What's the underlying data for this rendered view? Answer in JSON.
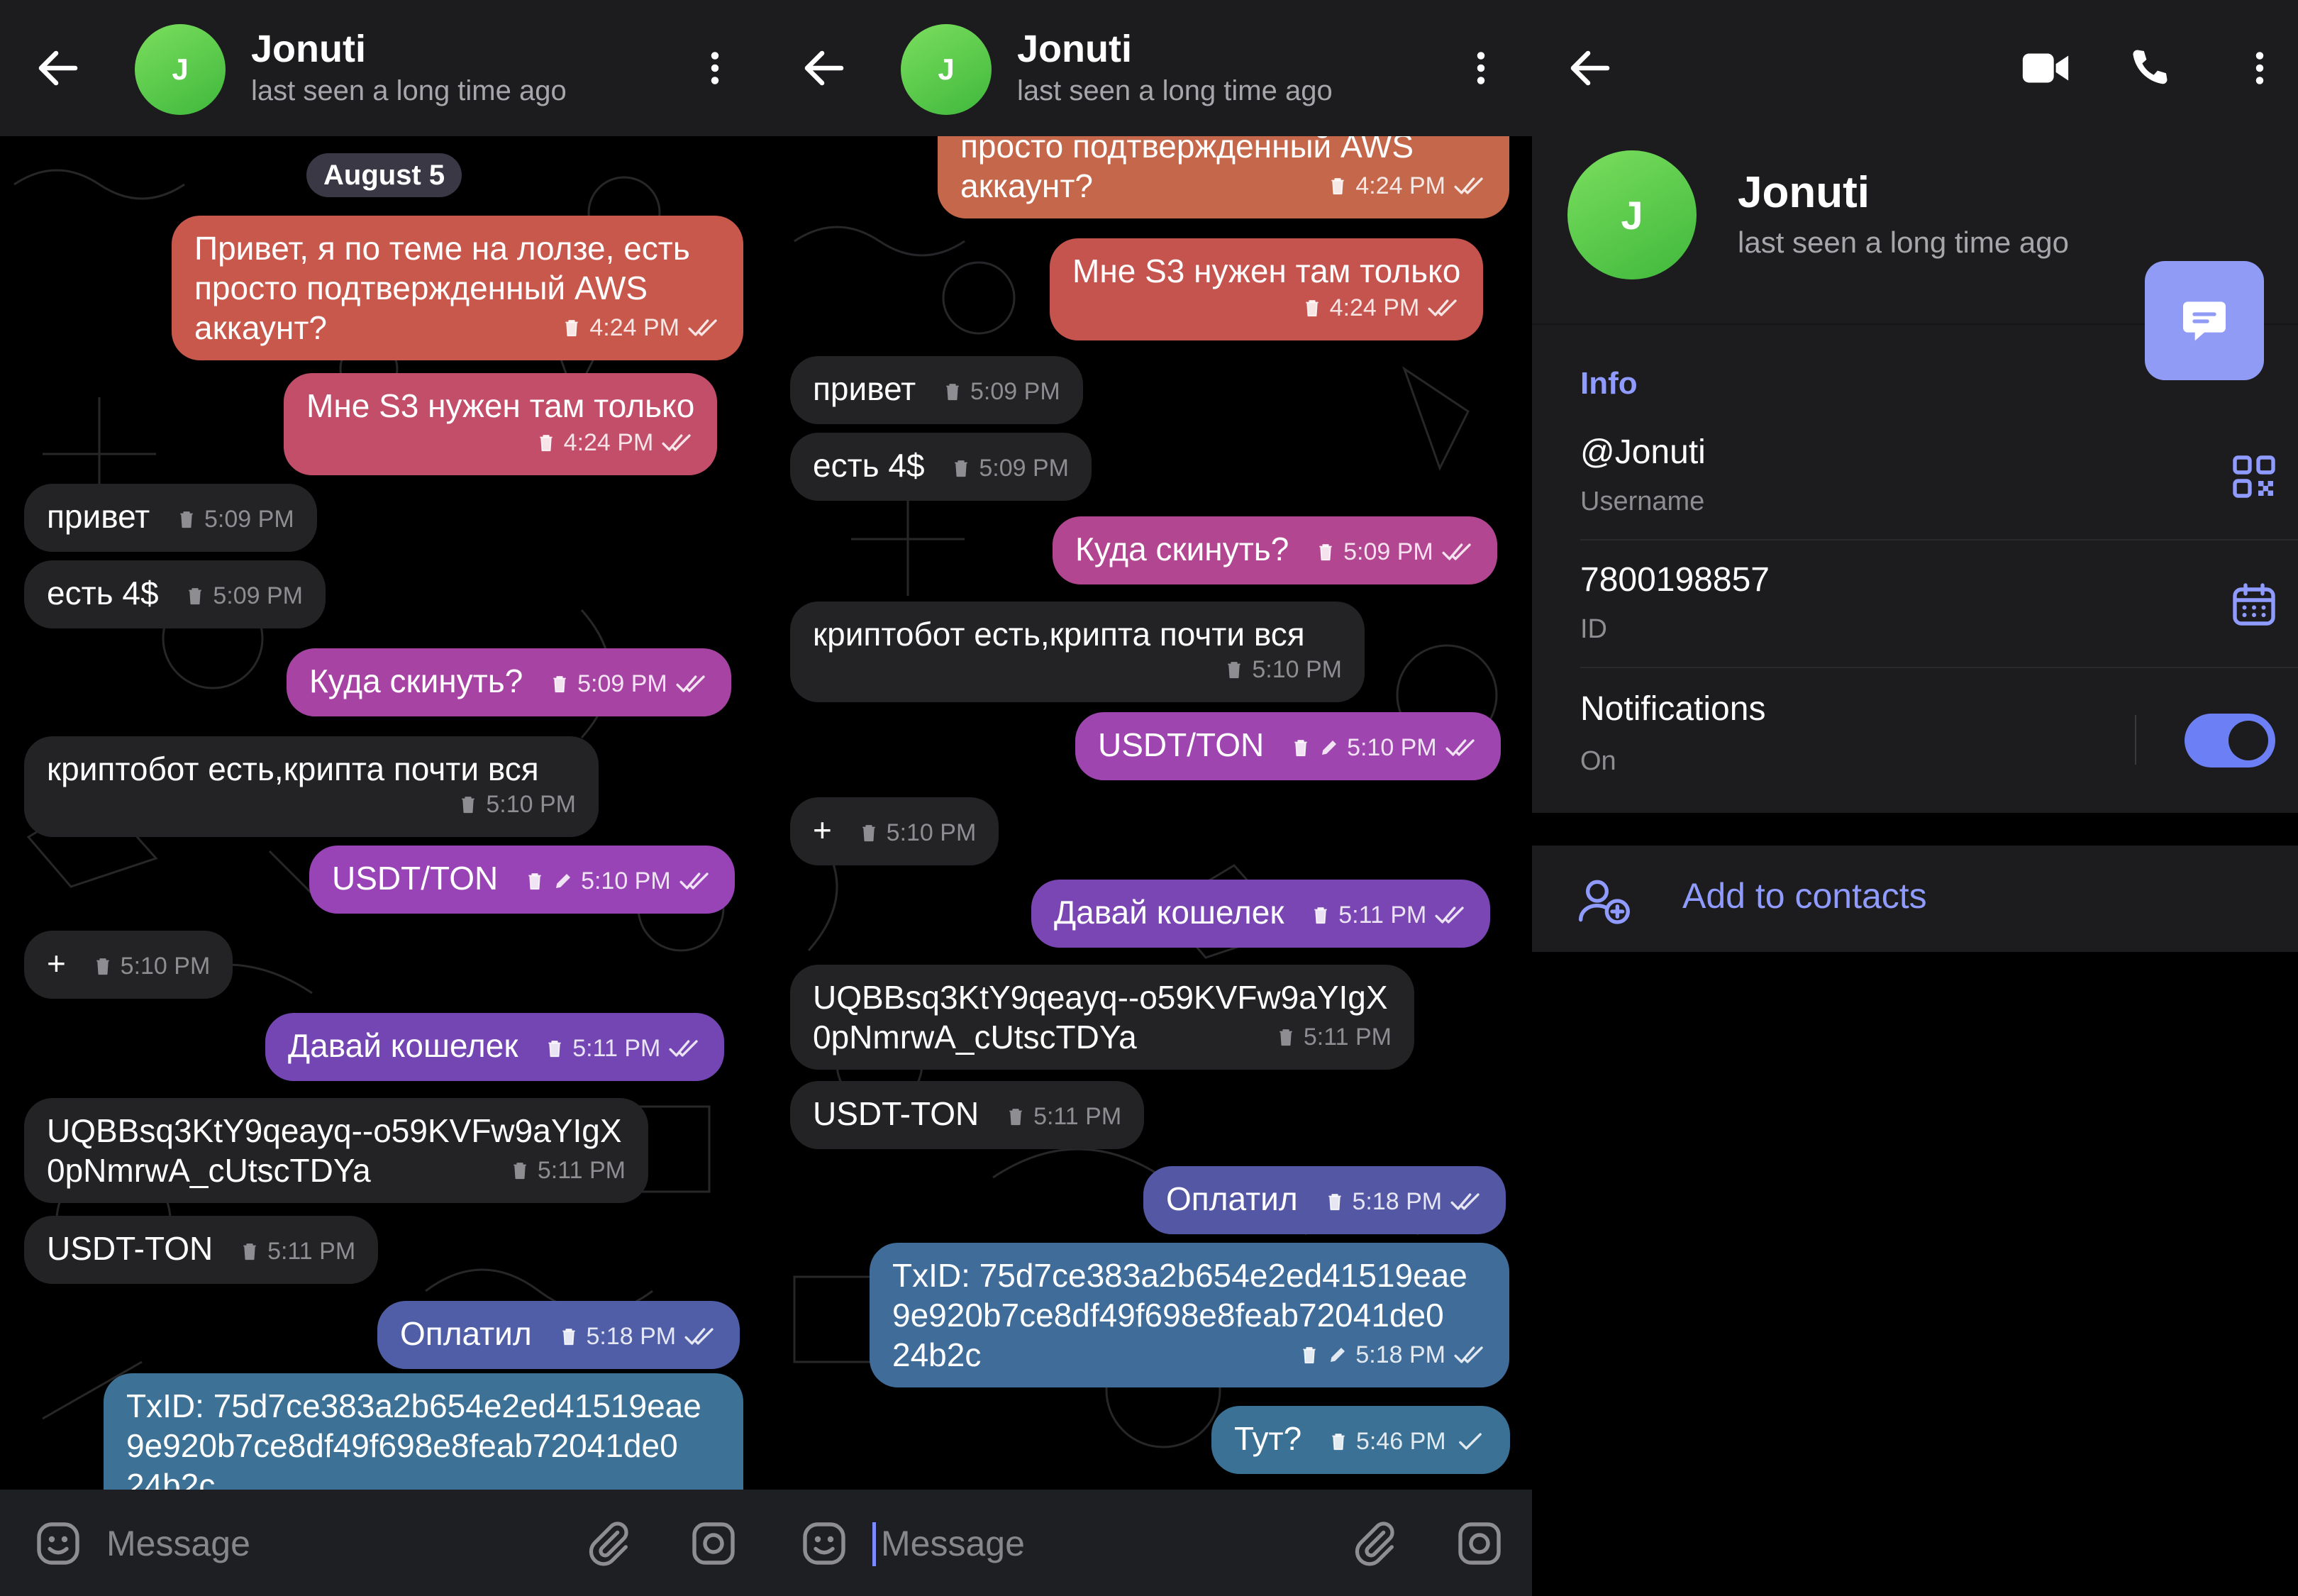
{
  "chat": {
    "name": "Jonuti",
    "status": "last seen a long time ago",
    "avatar_letter": "J",
    "date_pill": "August 5",
    "composer_placeholder": "Message"
  },
  "messages": [
    {
      "id": "m1",
      "dir": "out",
      "text": "Привет, я по теме на лолзе, есть просто подтвержденный AWS аккаунт?",
      "line1": "Привет, я по теме на лолзе, есть",
      "line2": "просто подтвержденный AWS",
      "line3": "аккаунт?",
      "time": "4:24 PM",
      "read": true,
      "color": "#c8584c"
    },
    {
      "id": "m2",
      "dir": "out",
      "text": "Мне S3 нужен там только",
      "time": "4:24 PM",
      "read": true,
      "color": "#c24e6a"
    },
    {
      "id": "m3",
      "dir": "in",
      "text": "привет",
      "time": "5:09 PM"
    },
    {
      "id": "m4",
      "dir": "in",
      "text": "есть 4$",
      "time": "5:09 PM"
    },
    {
      "id": "m5",
      "dir": "out",
      "text": "Куда скинуть?",
      "time": "5:09 PM",
      "read": true,
      "color": "#a744a3"
    },
    {
      "id": "m6",
      "dir": "in",
      "text": "криптобот есть,крипта почти вся",
      "time": "5:10 PM"
    },
    {
      "id": "m7",
      "dir": "out",
      "text": "USDT/TON",
      "time": "5:10 PM",
      "edited": true,
      "read": true,
      "color": "#9844b6"
    },
    {
      "id": "m8",
      "dir": "in",
      "text": "+",
      "time": "5:10 PM"
    },
    {
      "id": "m9",
      "dir": "out",
      "text": "Давай кошелек",
      "time": "5:11 PM",
      "read": true,
      "color": "#7446b4"
    },
    {
      "id": "m10",
      "dir": "in",
      "text": "UQBBsq3KtY9qeayq--o59KVFw9aYIgX 0pNmrwA_cUtscTDYa",
      "line1": "UQBBsq3KtY9qeayq--o59KVFw9aYIgX",
      "line2": "0pNmrwA_cUtscTDYa",
      "time": "5:11 PM"
    },
    {
      "id": "m11",
      "dir": "in",
      "text": "USDT-TON",
      "time": "5:11 PM"
    },
    {
      "id": "m12",
      "dir": "out",
      "text": "Оплатил",
      "time": "5:18 PM",
      "read": true,
      "color": "#4f5ea6"
    },
    {
      "id": "m13",
      "dir": "out",
      "text": "TxID: 75d7ce383a2b654e2ed41519eae9e920b7ce8df49f698e8feab72041de024b2c",
      "line1": "TxID: 75d7ce383a2b654e2ed41519eae",
      "line2": "9e920b7ce8df49f698e8feab72041de0",
      "line3": "24b2c",
      "time": "5:18 PM",
      "edited": true,
      "read": true,
      "color": "#3d7196"
    },
    {
      "id": "m14",
      "dir": "out",
      "text": "Тут?",
      "time": "5:46 PM",
      "read": false,
      "color": "#3a7194"
    }
  ],
  "profile": {
    "name": "Jonuti",
    "status": "last seen a long time ago",
    "avatar_letter": "J",
    "info_title": "Info",
    "username": "@Jonuti",
    "username_label": "Username",
    "id": "7800198857",
    "id_label": "ID",
    "notifications": "Notifications",
    "notifications_state": "On",
    "notifications_on": true,
    "add_contacts": "Add to contacts"
  },
  "icons": [
    "back-arrow-icon",
    "more-vert-icon",
    "trash-icon",
    "pencil-icon",
    "double-check-icon",
    "single-check-icon",
    "emoji-icon",
    "paperclip-icon",
    "camera-icon",
    "video-camera-icon",
    "phone-icon",
    "chat-bubble-icon",
    "qr-code-icon",
    "calendar-icon",
    "add-contact-icon"
  ],
  "colors": {
    "accent": "#8f9bff",
    "toggle": "#6d7ff5",
    "header": "#1c1c1e",
    "incoming": "#232325"
  }
}
